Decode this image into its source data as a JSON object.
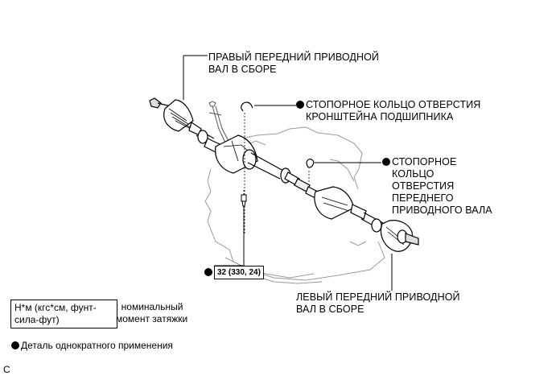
{
  "callouts": {
    "right_shaft": {
      "line1": "ПРАВЫЙ ПЕРЕДНИЙ ПРИВОДНОЙ",
      "line2": "ВАЛ В СБОРЕ"
    },
    "bearing_bracket_snap_ring": {
      "line1": "СТОПОРНОЕ КОЛЬЦО ОТВЕРСТИЯ",
      "line2": "КРОНШТЕЙНА ПОДШИПНИКА",
      "non_reusable": true
    },
    "front_shaft_snap_ring": {
      "lines": [
        "СТОПОРНОЕ",
        "КОЛЬЦО",
        "ОТВЕРСТИЯ",
        "ПЕРЕДНЕГО",
        "ПРИВОДНОГО ВАЛА"
      ],
      "non_reusable": true
    },
    "torque": {
      "value": "32 (330, 24)",
      "non_reusable": true
    },
    "left_shaft": {
      "line1": "ЛЕВЫЙ ПЕРЕДНИЙ ПРИВОДНОЙ",
      "line2": "ВАЛ В СБОРЕ"
    }
  },
  "legend": {
    "unit_line1": "Н*м (кгс*см, фунт-",
    "unit_line2": "сила-фут)",
    "desc_line1": ": номинальный",
    "desc_line2": "момент затяжки",
    "non_reusable_label": "Деталь однократного применения"
  },
  "figure_code": "C",
  "icons": {
    "non_reusable_marker": "filled-circle"
  }
}
